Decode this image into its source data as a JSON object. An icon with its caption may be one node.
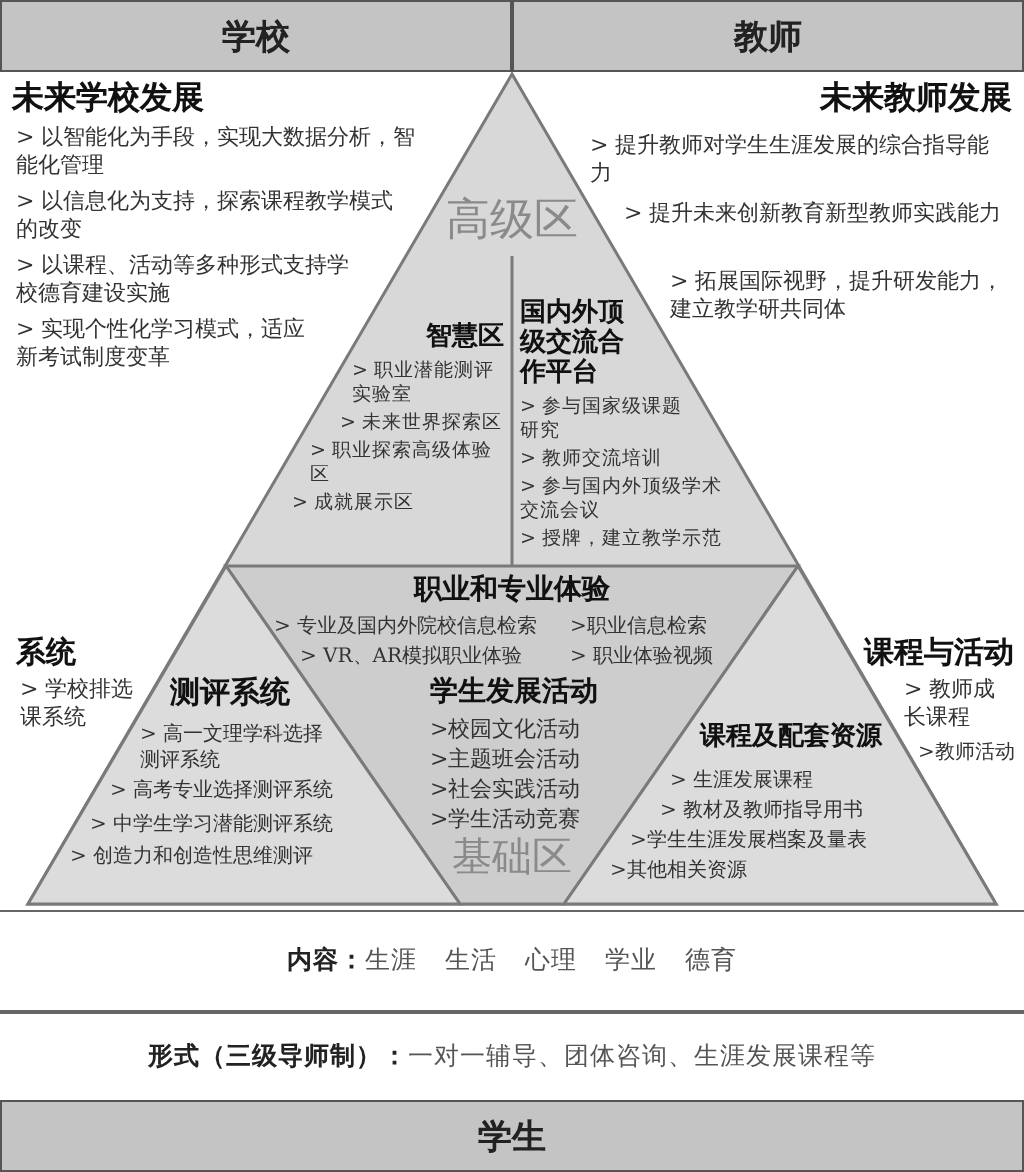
{
  "diagram": {
    "nodes": [
      {
        "text": [
          "学校"
        ]
      },
      {
        "text": [
          "教师"
        ]
      },
      {
        "text": [
          "未来学校发展",
          "> 以智能化为手段，实现大数据分析，智能化管理",
          "> 以信息化为支持，探索课程教学模式的改变",
          "> 以课程、活动等多种形式支持学校德育建设实施",
          "> 实现个性化学习模式，适应新考试制度变革"
        ]
      },
      {
        "text": [
          "未来教师发展",
          "> 提升教师对学生生涯发展的综合指导能力",
          "> 提升未来创新教育新型教师实践能力",
          "> 拓展国际视野，提升研发能力，建立教学研共同体"
        ]
      },
      {
        "text": [
          "智慧区",
          "> 职业潜能测评实验室",
          "> 未来世界探索区",
          "> 职业探索高级体验区",
          "> 成就展示区"
        ]
      },
      {
        "text": [
          "国内外顶级交流合作平台",
          "> 参与国家级课题研究",
          "> 教师交流培训",
          "> 参与国内外顶级学术交流会议",
          "> 授牌，建立教学示范"
        ]
      },
      {
        "text": [
          "系统",
          "> 学校排选课系统"
        ]
      },
      {
        "text": [
          "课程与活动",
          "> 教师成长课程",
          ">教师活动"
        ]
      },
      {
        "text": [
          "职业和专业体验",
          "> 专业及国内外院校信息检索",
          ">职业信息检索",
          "> VR、AR模拟职业体验",
          "> 职业体验视频"
        ]
      },
      {
        "text": [
          "学生发展活动",
          ">校园文化活动",
          ">主题班会活动",
          ">社会实践活动",
          ">学生活动竞赛"
        ]
      },
      {
        "text": [
          "测评系统",
          "> 高一文理学科选择测评系统",
          "> 高考专业选择测评系统",
          "> 中学生学习潜能测评系统",
          "> 创造力和创造性思维测评"
        ]
      },
      {
        "text": [
          "课程及配套资源",
          "> 生涯发展课程",
          "> 教材及教师指导用书",
          ">学生生涯发展档案及量表",
          ">其他相关资源"
        ]
      },
      {
        "text": [
          "**内容：**生涯 生活 心理 学业 德育"
        ]
      },
      {
        "text": [
          "**形式（三级导师制）：**一对一辅导、团体咨询、生涯发展课程等"
        ]
      },
      {
        "text": [
          "学生"
        ]
      }
    ],
    "labels": [
      "高级区",
      "基础区"
    ]
  }
}
